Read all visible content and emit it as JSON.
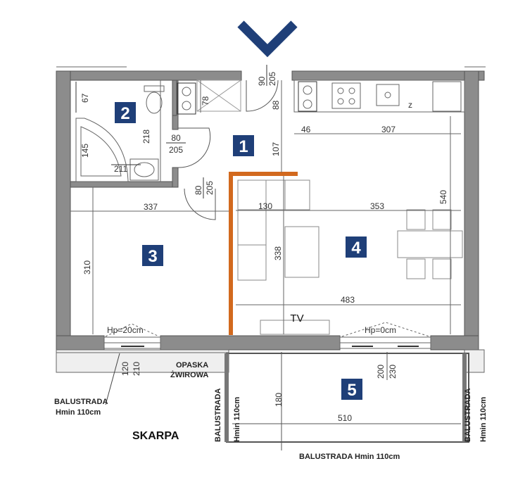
{
  "colors": {
    "wall": "#8c8c8c",
    "wall_stroke": "#555555",
    "accent_blue": "#1f3f78",
    "partition_orange": "#d2691e",
    "line": "#666666"
  },
  "icons": [
    "entrance-chevron-icon"
  ],
  "rooms": [
    {
      "id": "1",
      "label": "1"
    },
    {
      "id": "2",
      "label": "2"
    },
    {
      "id": "3",
      "label": "3"
    },
    {
      "id": "4",
      "label": "4"
    },
    {
      "id": "5",
      "label": "5"
    }
  ],
  "doors": {
    "entrance": {
      "width": "90",
      "height": "205"
    },
    "bathroom": {
      "width": "80",
      "height": "205"
    },
    "bedroom": {
      "width": "80",
      "height": "205"
    }
  },
  "dims": {
    "bath_67": "67",
    "bath_218": "218",
    "bath_145": "145",
    "bath_211": "211",
    "bath_78": "78",
    "hall_88": "88",
    "hall_107": "107",
    "kitchen_46": "46",
    "kitchen_307": "307",
    "living_540": "540",
    "living_130": "130",
    "living_353": "353",
    "living_338": "338",
    "living_483": "483",
    "bed_337": "337",
    "bed_310": "310",
    "terrace_180": "180",
    "terrace_510": "510",
    "terrace_200": "200",
    "terrace_230": "230",
    "gravel_120": "120",
    "gravel_210": "210"
  },
  "labels": {
    "tv": "TV",
    "hp_bedroom": "Hp=20cm",
    "hp_living": "Hp=0cm",
    "gravel_line1": "OPASKA",
    "gravel_line2": "ŻWIROWA",
    "balustrade_left_line1": "BALUSTRADA",
    "balustrade_left_line2": "Hmin 110cm",
    "skarpa": "SKARPA",
    "balustrade_bottom": "BALUSTRADA  Hmin 110cm",
    "balustrade_side_line1": "BALUSTRADA",
    "balustrade_side_line2": "Hmin 110cm",
    "stove_z": "z"
  }
}
